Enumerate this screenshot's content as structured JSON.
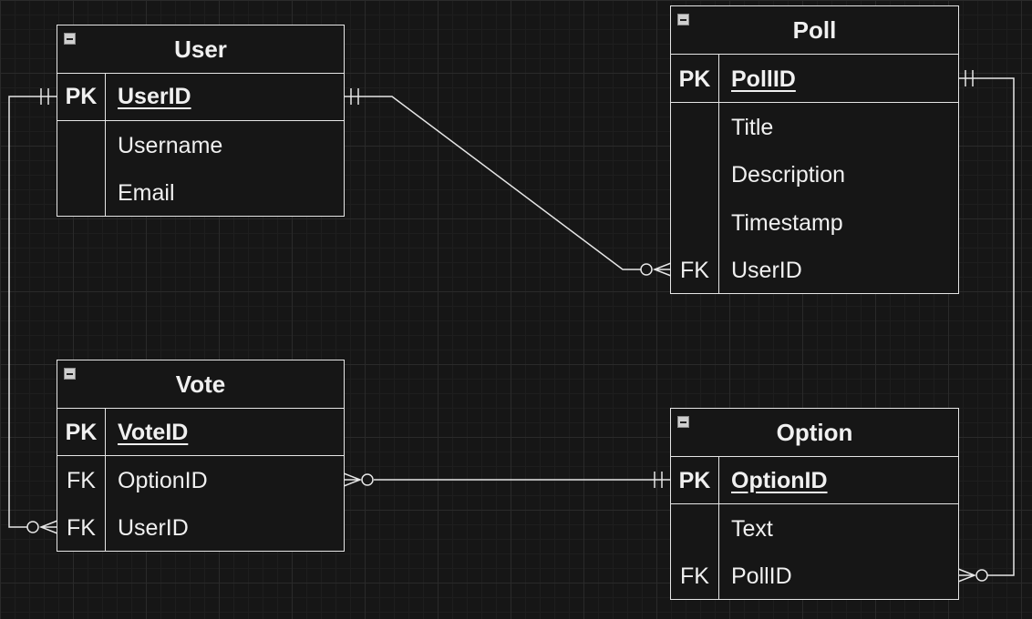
{
  "entities": {
    "user": {
      "title": "User",
      "rows": [
        {
          "key": "PK",
          "name": "UserID"
        },
        {
          "key": "",
          "name": "Username"
        },
        {
          "key": "",
          "name": "Email"
        }
      ]
    },
    "poll": {
      "title": "Poll",
      "rows": [
        {
          "key": "PK",
          "name": "PollID"
        },
        {
          "key": "",
          "name": "Title"
        },
        {
          "key": "",
          "name": "Description"
        },
        {
          "key": "",
          "name": "Timestamp"
        },
        {
          "key": "FK",
          "name": "UserID"
        }
      ]
    },
    "vote": {
      "title": "Vote",
      "rows": [
        {
          "key": "PK",
          "name": "VoteID"
        },
        {
          "key": "FK",
          "name": "OptionID"
        },
        {
          "key": "FK",
          "name": "UserID"
        }
      ]
    },
    "option": {
      "title": "Option",
      "rows": [
        {
          "key": "PK",
          "name": "OptionID"
        },
        {
          "key": "",
          "name": "Text"
        },
        {
          "key": "FK",
          "name": "PollID"
        }
      ]
    }
  },
  "relationships": [
    {
      "from": "User.UserID",
      "from_card": "one-mandatory",
      "to": "Poll.UserID",
      "to_card": "zero-or-many"
    },
    {
      "from": "User.UserID",
      "from_card": "one-mandatory",
      "to": "Vote.UserID",
      "to_card": "zero-or-many"
    },
    {
      "from": "Option.OptionID",
      "from_card": "one-mandatory",
      "to": "Vote.OptionID",
      "to_card": "zero-or-many"
    },
    {
      "from": "Poll.PollID",
      "from_card": "one-mandatory",
      "to": "Option.PollID",
      "to_card": "zero-or-many"
    }
  ],
  "colors": {
    "background": "#161616",
    "line": "#e6e6e6",
    "text": "#f0f0f0",
    "grid": "#2a2a2a"
  }
}
